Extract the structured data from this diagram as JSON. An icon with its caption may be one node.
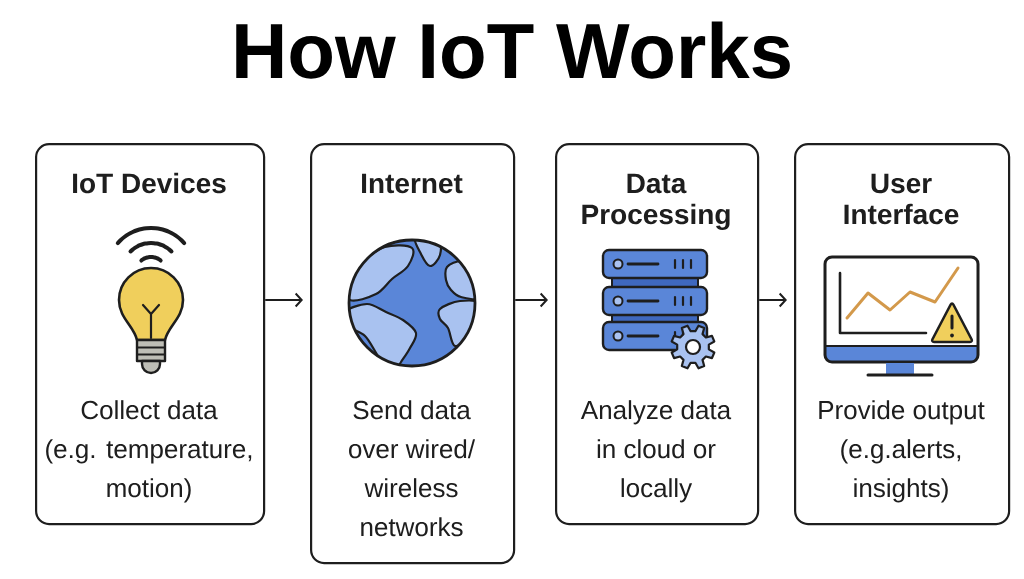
{
  "diagram": {
    "title": "How IoT Works",
    "nodes": [
      {
        "text": [
          "IoT Devices",
          "Collect data (e.g. temperature, motion)"
        ]
      },
      {
        "text": [
          "Internet",
          "Send data over wired/ wireless networks"
        ]
      },
      {
        "text": [
          "Data Processing",
          "Analyze data in cloud or locally"
        ]
      },
      {
        "text": [
          "User Interface",
          "Provide output (e.g.alerts, insights)"
        ]
      }
    ],
    "edges": [
      {
        "from": 0,
        "to": 1,
        "arrow": "to"
      },
      {
        "from": 1,
        "to": 2,
        "arrow": "to"
      },
      {
        "from": 2,
        "to": 3,
        "arrow": "to"
      }
    ]
  }
}
